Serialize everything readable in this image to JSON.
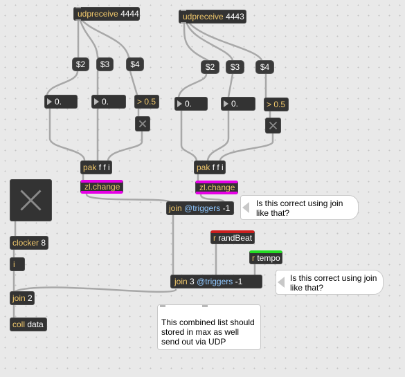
{
  "patcher": {
    "objects": {
      "udp4444": {
        "name": "udpreceive",
        "args": "4444"
      },
      "udp4443": {
        "name": "udpreceive",
        "args": "4443"
      },
      "pak1": {
        "name": "pak",
        "args": "f f i"
      },
      "pak2": {
        "name": "pak",
        "args": "f f i"
      },
      "zl1": {
        "name": "zl.change",
        "args": ""
      },
      "zl2": {
        "name": "zl.change",
        "args": ""
      },
      "join1": {
        "name": "join",
        "attr": "@triggers",
        "val": "-1"
      },
      "randbeat": {
        "name": "r",
        "args": "randBeat"
      },
      "tempo": {
        "name": "r",
        "args": "tempo"
      },
      "join3": {
        "name": "join",
        "num": "3",
        "attr": "@triggers",
        "val": "-1"
      },
      "clocker": {
        "name": "clocker",
        "args": "8"
      },
      "intobj": {
        "name": "i",
        "args": ""
      },
      "join2": {
        "name": "join",
        "args": "2"
      },
      "coll": {
        "name": "coll",
        "args": "data"
      }
    },
    "messages": {
      "m2a": "$2",
      "m3a": "$3",
      "m4a": "$4",
      "m2b": "$2",
      "m3b": "$3",
      "m4b": "$4",
      "gt1": "> 0.5",
      "gt2": "> 0.5"
    },
    "numbers": {
      "n1a": "0.",
      "n2a": "0.",
      "n1b": "0.",
      "n2b": "0."
    },
    "comments": {
      "join_question_1": "Is this correct using join like that?",
      "join_question_2": "Is this correct using join like that?",
      "combined_note": "This combined list should stored in max as well send out via UDP"
    },
    "colors": {
      "background": "#e9e9e9",
      "object_box": "#333333",
      "cable": "#a8a8a8",
      "highlight_magenta": "#e600e6",
      "highlight_red": "#cc1e1e",
      "highlight_green": "#22dd22"
    },
    "icons": {
      "toggle": "x-toggle-icon",
      "number_triangle": "triangle-right-icon"
    }
  }
}
